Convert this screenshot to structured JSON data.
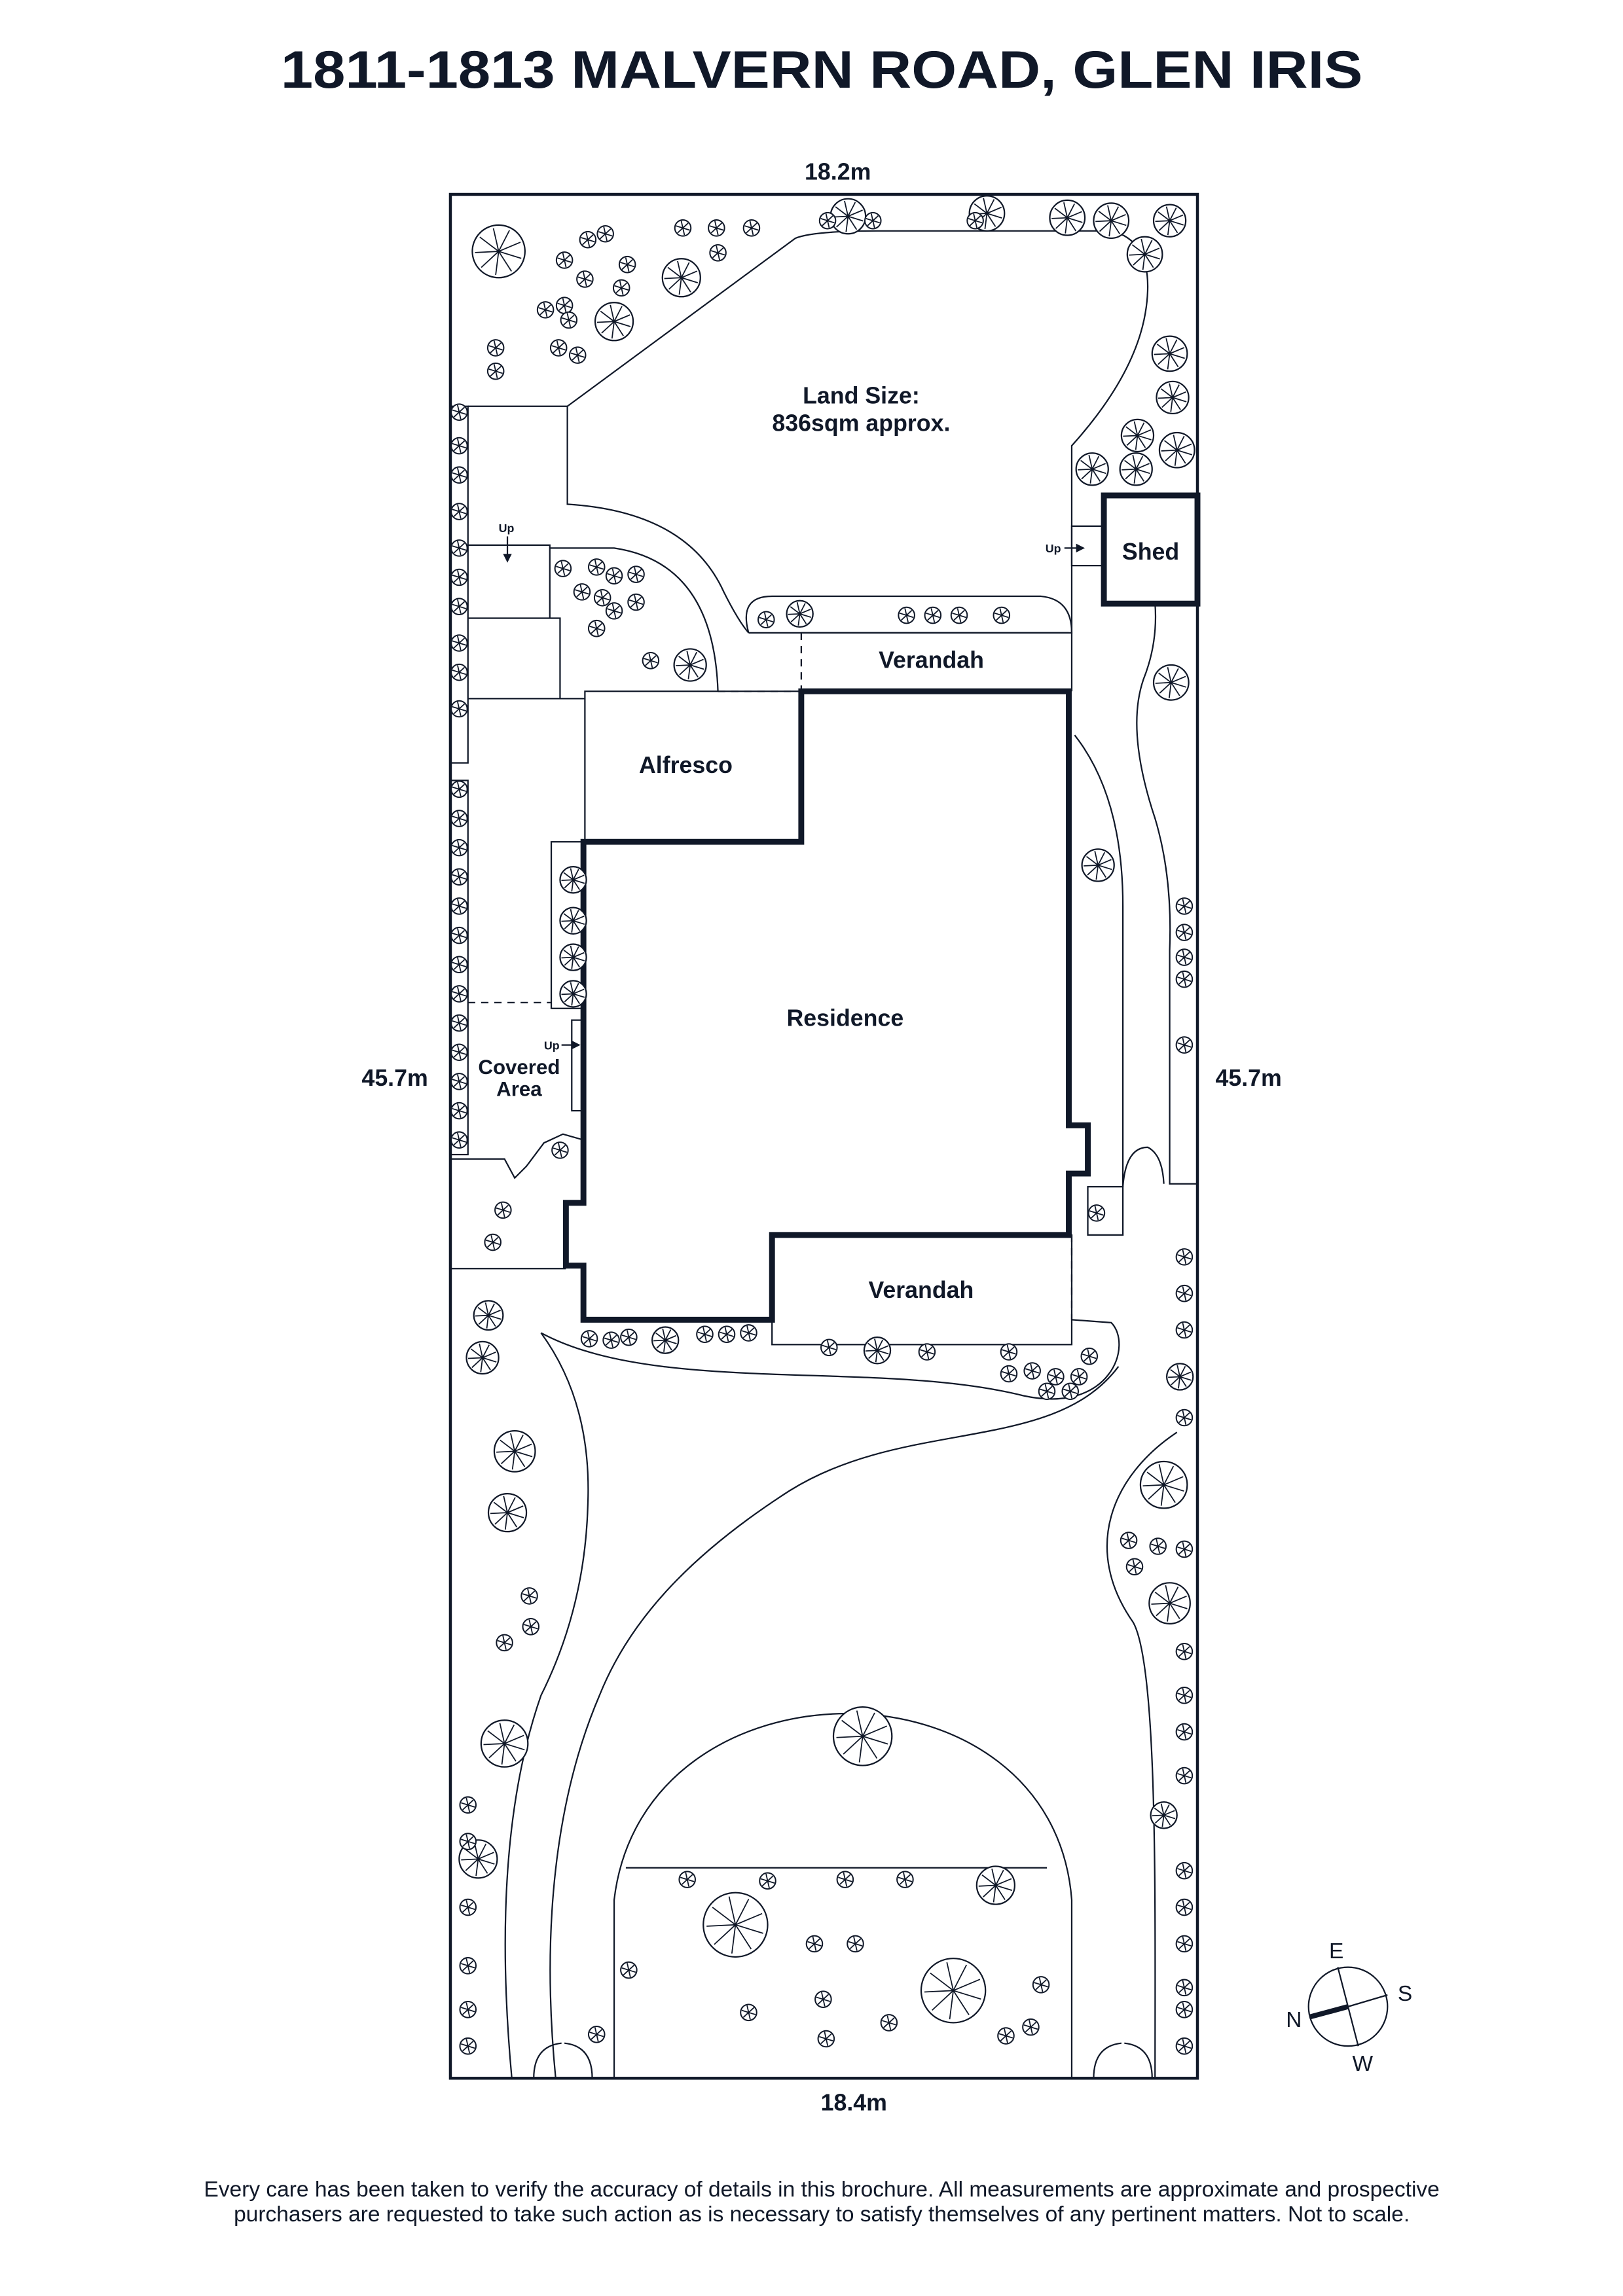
{
  "title": "1811-1813 MALVERN ROAD, GLEN IRIS",
  "dimensions": {
    "top": "18.2m",
    "bottom": "18.4m",
    "left": "45.7m",
    "right": "45.7m"
  },
  "land_size": {
    "label": "Land Size:",
    "value": "836sqm approx."
  },
  "rooms": {
    "residence": "Residence",
    "alfresco": "Alfresco",
    "verandah_top": "Verandah",
    "verandah_bottom": "Verandah",
    "shed": "Shed",
    "covered_area_line1": "Covered",
    "covered_area_line2": "Area"
  },
  "stairs": {
    "up_left": "Up",
    "up_shed": "Up",
    "up_covered": "Up"
  },
  "compass": {
    "n": "N",
    "e": "E",
    "s": "S",
    "w": "W"
  },
  "disclaimer": {
    "line1": "Every care has been taken to verify the accuracy of details in this brochure. All measurements are approximate and prospective",
    "line2": "purchasers are requested to take such action as is necessary to satisfy themselves of any pertinent matters. Not to scale."
  },
  "colors": {
    "ink": "#101828",
    "background": "#ffffff"
  }
}
